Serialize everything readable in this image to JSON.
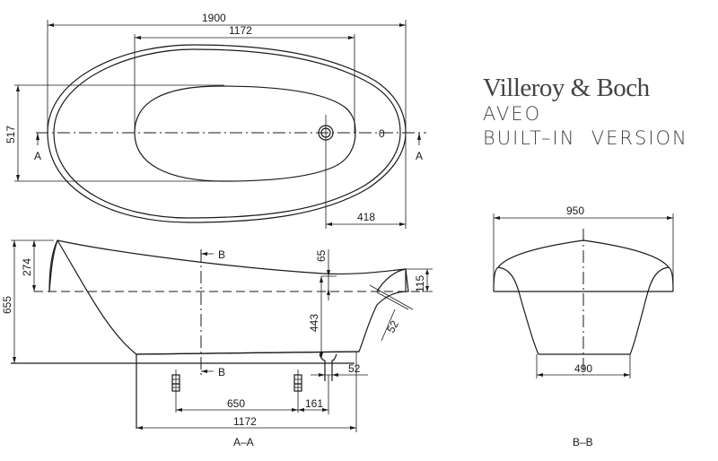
{
  "title_block": {
    "brand": "Villeroy & Boch",
    "model": "AVEO",
    "version": "BUILT–IN  VERSION"
  },
  "top_view": {
    "dims": {
      "overall_length": "1900",
      "inner_length": "1172",
      "inner_width": "517",
      "drain_to_end": "418"
    },
    "section_marks": {
      "left": "A",
      "right": "A"
    },
    "overflow_symbol": "0"
  },
  "section_aa": {
    "label": "A–A",
    "dims": {
      "total_height": "655",
      "rim_height": "274",
      "rim_drop": "65",
      "inner_depth": "443",
      "end_rim": "115",
      "wall_thickness": "52",
      "drain_width": "52",
      "leg_spacing": "650",
      "leg_to_drain": "161",
      "base_length": "1172"
    },
    "section_marks": {
      "top": "B",
      "bottom": "B"
    }
  },
  "section_bb": {
    "label": "B–B",
    "dims": {
      "top_width": "950",
      "base_width": "490"
    }
  }
}
